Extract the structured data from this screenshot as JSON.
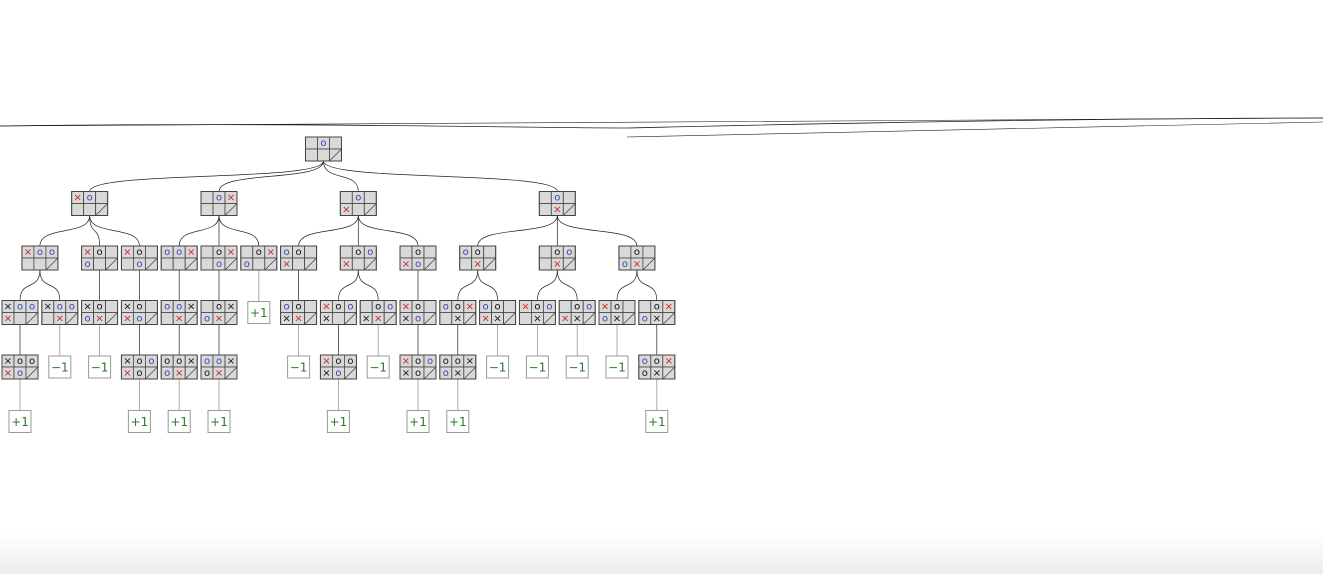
{
  "colors": {
    "x_highlight": "#cc2222",
    "o_highlight": "#3344bb",
    "mark": "#111111",
    "score": "#2a7a2a",
    "cell_fill": "#d9d9d9",
    "edge": "#222222",
    "score_edge": "#999999",
    "border": "#444444"
  },
  "tree": {
    "b": [
      "",
      "o",
      "",
      "",
      "",
      "",
      "",
      "",
      ""
    ],
    "h": [
      1
    ],
    "c": [
      {
        "b": [
          "x",
          "o",
          "",
          "",
          "",
          "",
          "",
          "",
          ""
        ],
        "h": [
          0,
          1
        ],
        "c": [
          {
            "b": [
              "x",
              "o",
              "o",
              "",
              "",
              "",
              "",
              "",
              ""
            ],
            "h": [
              0,
              1,
              2
            ],
            "c": [
              {
                "b": [
                  "x",
                  "o",
                  "o",
                  "x",
                  "",
                  "",
                  "",
                  "",
                  ""
                ],
                "h": [
                  1,
                  2,
                  3
                ],
                "c": [
                  {
                    "b": [
                      "x",
                      "o",
                      "o",
                      "x",
                      "o",
                      "",
                      "",
                      "",
                      ""
                    ],
                    "h": [
                      3,
                      4
                    ],
                    "c": [
                      {
                        "s": "+1"
                      }
                    ]
                  }
                ]
              },
              {
                "b": [
                  "x",
                  "o",
                  "o",
                  "",
                  "x",
                  "",
                  "",
                  "",
                  ""
                ],
                "h": [
                  1,
                  2,
                  4
                ],
                "c": [
                  {
                    "s": "−1"
                  }
                ]
              }
            ]
          },
          {
            "b": [
              "x",
              "o",
              "",
              "o",
              "",
              "",
              "",
              "",
              ""
            ],
            "h": [
              0,
              3
            ],
            "c": [
              {
                "b": [
                  "x",
                  "o",
                  "",
                  "o",
                  "x",
                  "",
                  "",
                  "",
                  ""
                ],
                "h": [
                  3,
                  4
                ],
                "c": [
                  {
                    "s": "−1"
                  }
                ]
              }
            ]
          },
          {
            "b": [
              "x",
              "o",
              "",
              "",
              "o",
              "",
              "",
              "",
              ""
            ],
            "h": [
              0,
              4
            ],
            "c": [
              {
                "b": [
                  "x",
                  "o",
                  "",
                  "x",
                  "o",
                  "",
                  "",
                  "",
                  ""
                ],
                "h": [
                  3,
                  4
                ],
                "c": [
                  {
                    "b": [
                      "x",
                      "o",
                      "o",
                      "x",
                      "o",
                      "",
                      "",
                      "",
                      ""
                    ],
                    "h": [
                      2,
                      3
                    ],
                    "c": [
                      {
                        "s": "+1"
                      }
                    ]
                  }
                ]
              }
            ]
          }
        ]
      },
      {
        "b": [
          "",
          "o",
          "x",
          "",
          "",
          "",
          "",
          "",
          ""
        ],
        "h": [
          1,
          2
        ],
        "c": [
          {
            "b": [
              "o",
              "o",
              "x",
              "",
              "",
              "",
              "",
              "",
              ""
            ],
            "h": [
              0,
              1,
              2
            ],
            "c": [
              {
                "b": [
                  "o",
                  "o",
                  "x",
                  "",
                  "x",
                  "",
                  "",
                  "",
                  ""
                ],
                "h": [
                  0,
                  1,
                  4
                ],
                "c": [
                  {
                    "b": [
                      "o",
                      "o",
                      "x",
                      "o",
                      "x",
                      "",
                      "",
                      "",
                      ""
                    ],
                    "h": [
                      3,
                      4
                    ],
                    "c": [
                      {
                        "s": "+1"
                      }
                    ]
                  }
                ]
              }
            ]
          },
          {
            "b": [
              "",
              "o",
              "x",
              "",
              "o",
              "",
              "",
              "",
              ""
            ],
            "h": [
              2,
              4
            ],
            "c": [
              {
                "b": [
                  "",
                  "o",
                  "x",
                  "o",
                  "x",
                  "",
                  "",
                  "",
                  ""
                ],
                "h": [
                  3,
                  4
                ],
                "c": [
                  {
                    "b": [
                      "o",
                      "o",
                      "x",
                      "o",
                      "x",
                      "",
                      "",
                      "",
                      ""
                    ],
                    "h": [
                      0,
                      1,
                      4
                    ],
                    "c": [
                      {
                        "s": "+1"
                      }
                    ]
                  }
                ]
              }
            ]
          },
          {
            "b": [
              "",
              "o",
              "x",
              "o",
              "",
              "",
              "",
              "",
              ""
            ],
            "h": [
              2,
              3
            ],
            "c": [
              {
                "s": "+1"
              }
            ]
          }
        ]
      },
      {
        "b": [
          "",
          "o",
          "",
          "x",
          "",
          "",
          "",
          "",
          ""
        ],
        "h": [
          1,
          3
        ],
        "c": [
          {
            "b": [
              "o",
              "o",
              "",
              "x",
              "",
              "",
              "",
              "",
              ""
            ],
            "h": [
              0,
              3
            ],
            "c": [
              {
                "b": [
                  "o",
                  "o",
                  "",
                  "x",
                  "x",
                  "",
                  "",
                  "",
                  ""
                ],
                "h": [
                  0,
                  4
                ],
                "c": [
                  {
                    "s": "−1"
                  }
                ]
              }
            ]
          },
          {
            "b": [
              "",
              "o",
              "o",
              "x",
              "",
              "",
              "",
              "",
              ""
            ],
            "h": [
              2,
              3
            ],
            "c": [
              {
                "b": [
                  "x",
                  "o",
                  "o",
                  "x",
                  "",
                  "",
                  "",
                  "",
                  ""
                ],
                "h": [
                  0,
                  2
                ],
                "c": [
                  {
                    "b": [
                      "x",
                      "o",
                      "o",
                      "x",
                      "o",
                      "",
                      "",
                      "",
                      ""
                    ],
                    "h": [
                      0,
                      4
                    ],
                    "c": [
                      {
                        "s": "+1"
                      }
                    ]
                  }
                ]
              },
              {
                "b": [
                  "",
                  "o",
                  "o",
                  "x",
                  "x",
                  "",
                  "",
                  "",
                  ""
                ],
                "h": [
                  2,
                  4
                ],
                "c": [
                  {
                    "s": "−1"
                  }
                ]
              }
            ]
          },
          {
            "b": [
              "",
              "o",
              "",
              "x",
              "o",
              "",
              "",
              "",
              ""
            ],
            "h": [
              3,
              4
            ],
            "c": [
              {
                "b": [
                  "x",
                  "o",
                  "",
                  "x",
                  "o",
                  "",
                  "",
                  "",
                  ""
                ],
                "h": [
                  0,
                  4
                ],
                "c": [
                  {
                    "b": [
                      "x",
                      "o",
                      "o",
                      "x",
                      "o",
                      "",
                      "",
                      "",
                      ""
                    ],
                    "h": [
                      0,
                      2
                    ],
                    "c": [
                      {
                        "s": "+1"
                      }
                    ]
                  }
                ]
              }
            ]
          }
        ]
      },
      {
        "b": [
          "",
          "o",
          "",
          "",
          "x",
          "",
          "",
          "",
          ""
        ],
        "h": [
          1,
          4
        ],
        "c": [
          {
            "b": [
              "o",
              "o",
              "",
              "",
              "x",
              "",
              "",
              "",
              ""
            ],
            "h": [
              0,
              4
            ],
            "c": [
              {
                "b": [
                  "o",
                  "o",
                  "x",
                  "",
                  "x",
                  "",
                  "",
                  "",
                  ""
                ],
                "h": [
                  0,
                  2
                ],
                "c": [
                  {
                    "b": [
                      "o",
                      "o",
                      "x",
                      "o",
                      "x",
                      "",
                      "",
                      "",
                      ""
                    ],
                    "h": [
                      3
                    ],
                    "c": [
                      {
                        "s": "+1"
                      }
                    ]
                  }
                ]
              },
              {
                "b": [
                  "o",
                  "o",
                  "",
                  "x",
                  "x",
                  "",
                  "",
                  "",
                  ""
                ],
                "h": [
                  0,
                  3
                ],
                "c": [
                  {
                    "s": "−1"
                  }
                ]
              }
            ]
          },
          {
            "b": [
              "",
              "o",
              "o",
              "",
              "x",
              "",
              "",
              "",
              ""
            ],
            "h": [
              2,
              4
            ],
            "c": [
              {
                "b": [
                  "x",
                  "o",
                  "o",
                  "",
                  "x",
                  "",
                  "",
                  "",
                  ""
                ],
                "h": [
                  0,
                  2
                ],
                "c": [
                  {
                    "s": "−1"
                  }
                ]
              },
              {
                "b": [
                  "",
                  "o",
                  "o",
                  "x",
                  "x",
                  "",
                  "",
                  "",
                  ""
                ],
                "h": [
                  2,
                  3
                ],
                "c": [
                  {
                    "s": "−1"
                  }
                ]
              }
            ]
          },
          {
            "b": [
              "",
              "o",
              "",
              "o",
              "x",
              "",
              "",
              "",
              ""
            ],
            "h": [
              3,
              4
            ],
            "c": [
              {
                "b": [
                  "x",
                  "o",
                  "",
                  "o",
                  "x",
                  "",
                  "",
                  "",
                  ""
                ],
                "h": [
                  0,
                  3
                ],
                "c": [
                  {
                    "s": "−1"
                  }
                ]
              },
              {
                "b": [
                  "",
                  "o",
                  "x",
                  "o",
                  "x",
                  "",
                  "",
                  "",
                  ""
                ],
                "h": [
                  2,
                  3
                ],
                "c": [
                  {
                    "b": [
                      "o",
                      "o",
                      "x",
                      "o",
                      "x",
                      "",
                      "",
                      "",
                      ""
                    ],
                    "h": [
                      0,
                      2
                    ],
                    "c": [
                      {
                        "s": "+1"
                      }
                    ]
                  }
                ]
              }
            ]
          }
        ]
      }
    ]
  }
}
